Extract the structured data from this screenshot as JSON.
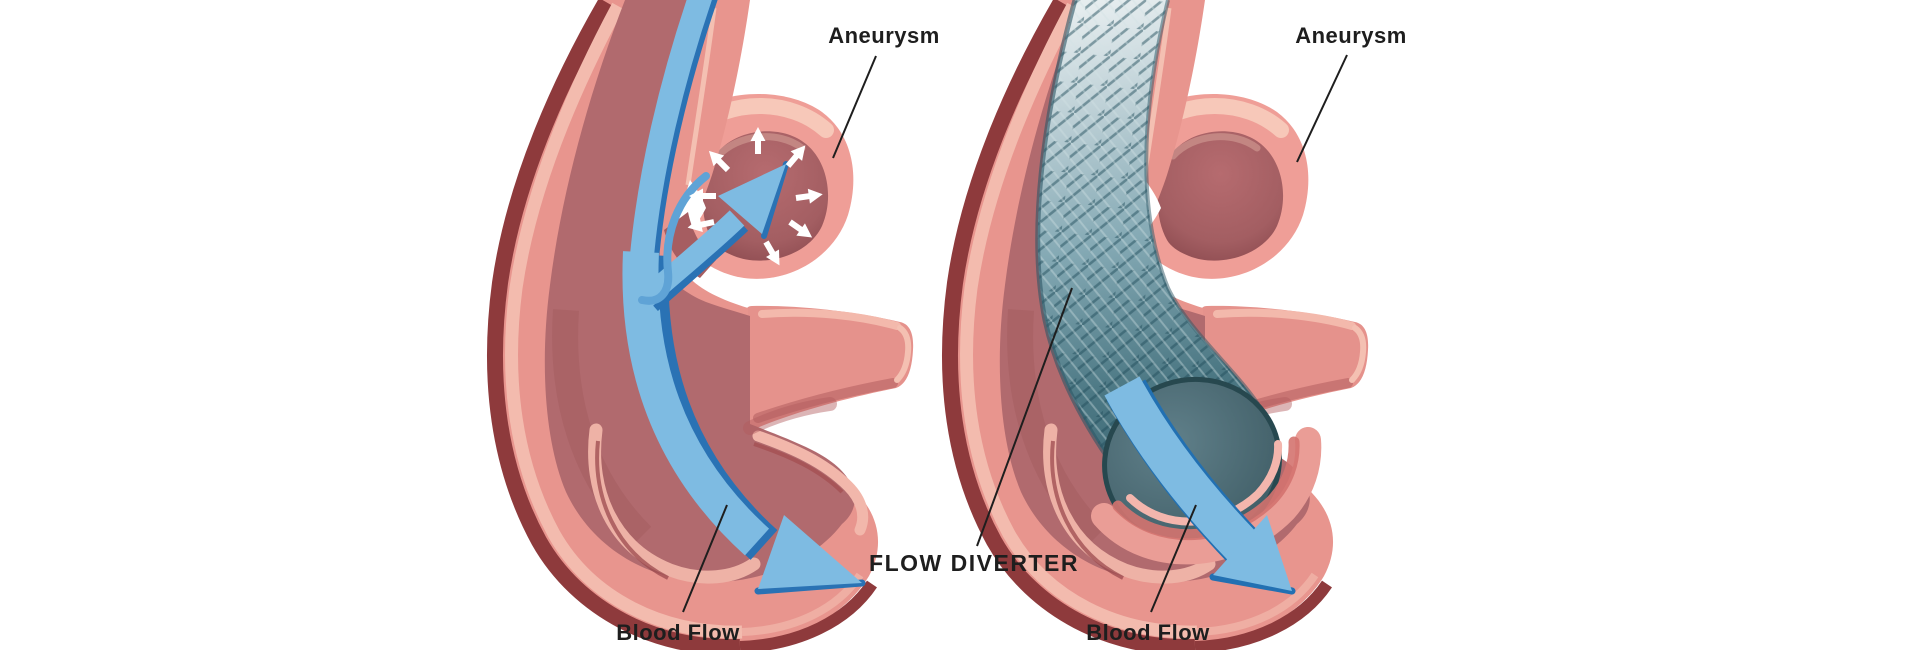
{
  "figure": {
    "kind": "medical-illustration",
    "subject": "cerebral aneurysm treatment with flow diverter stent",
    "panels": {
      "before": {
        "aneurysm_label": "Aneurysm",
        "blood_flow_label": "Blood Flow"
      },
      "after": {
        "aneurysm_label": "Aneurysm",
        "flow_diverter_label": "FLOW DIVERTER",
        "blood_flow_label": "Blood Flow"
      }
    },
    "colors": {
      "background": "#ffffff",
      "artery_pink": "#e8958e",
      "artery_light_band": "#f3bbae",
      "artery_dark_rim": "#8e3a3c",
      "lumen_rose": "#b16a6e",
      "aneurysm_inner": "#a35e62",
      "flow_blue": "#7ebbe2",
      "flow_blue_dark": "#2a72b4",
      "pressure_arrow_white": "#ffffff",
      "stent_teal_dark": "#3f6b77",
      "stent_teal_light": "#dfe8ea",
      "label_color": "#1e1e1e"
    }
  }
}
